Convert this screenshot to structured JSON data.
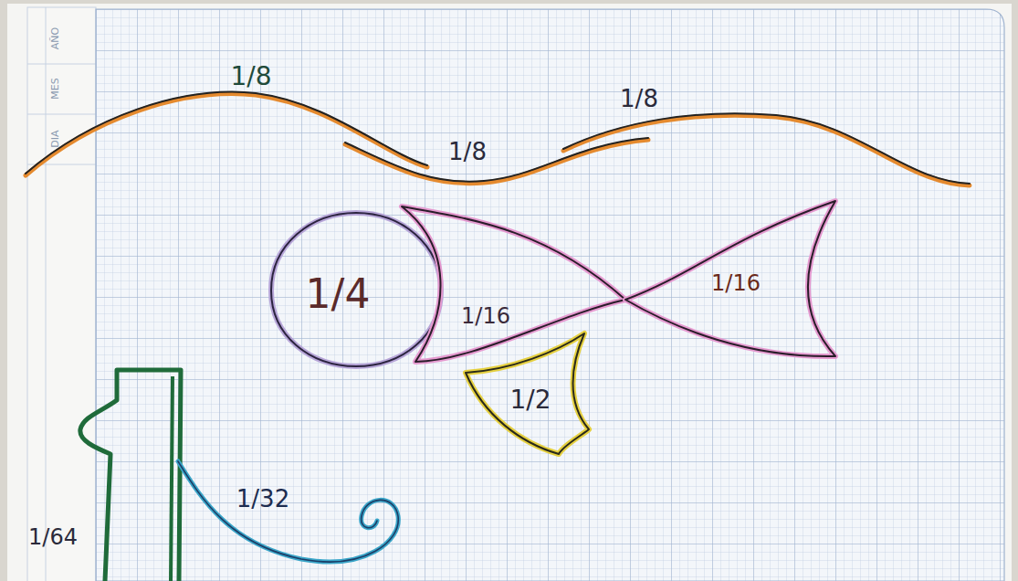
{
  "diagram": {
    "nodes": [
      {
        "text": [
          "1/4"
        ]
      },
      {
        "text": [
          "1/16"
        ]
      },
      {
        "text": [
          "1/16"
        ]
      },
      {
        "text": [
          "1/2"
        ]
      }
    ],
    "labels": [
      "AÑO",
      "MES",
      "DIA",
      "1/8",
      "1/8",
      "1/8",
      "1/32",
      "1/64"
    ]
  }
}
